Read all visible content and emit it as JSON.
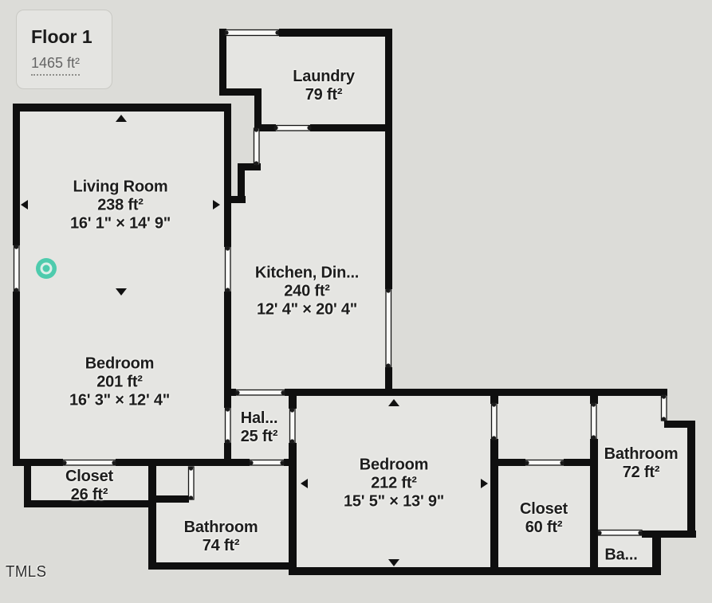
{
  "floor_card": {
    "title": "Floor 1",
    "area": "1465 ft²"
  },
  "watermark": "TMLS",
  "colors": {
    "background": "#dcdcd8",
    "room_fill": "#e5e5e2",
    "wall": "#0f0f0f",
    "label_text": "#1d1d1d",
    "marker_teal": "#4ecbad",
    "card_area_text": "#656565"
  },
  "marker": {
    "name": "camera-location-marker",
    "room": "Living Room"
  },
  "rooms": [
    {
      "id": "laundry",
      "name": "Laundry",
      "area": "79 ft²",
      "dims": ""
    },
    {
      "id": "living",
      "name": "Living Room",
      "area": "238 ft²",
      "dims": "16' 1\" × 14' 9\""
    },
    {
      "id": "kitchen",
      "name": "Kitchen, Din...",
      "area": "240 ft²",
      "dims": "12' 4\" × 20' 4\""
    },
    {
      "id": "bedroom1",
      "name": "Bedroom",
      "area": "201 ft²",
      "dims": "16' 3\" × 12' 4\""
    },
    {
      "id": "hall",
      "name": "Hal...",
      "area": "25 ft²",
      "dims": ""
    },
    {
      "id": "closet1",
      "name": "Closet",
      "area": "26 ft²",
      "dims": ""
    },
    {
      "id": "bathroom1",
      "name": "Bathroom",
      "area": "74 ft²",
      "dims": ""
    },
    {
      "id": "bedroom2",
      "name": "Bedroom",
      "area": "212 ft²",
      "dims": "15' 5\" × 13' 9\""
    },
    {
      "id": "closet2",
      "name": "Closet",
      "area": "60 ft²",
      "dims": ""
    },
    {
      "id": "bathroom2",
      "name": "Bathroom",
      "area": "72 ft²",
      "dims": ""
    },
    {
      "id": "bathroom3",
      "name": "Ba...",
      "area": "",
      "dims": ""
    }
  ]
}
